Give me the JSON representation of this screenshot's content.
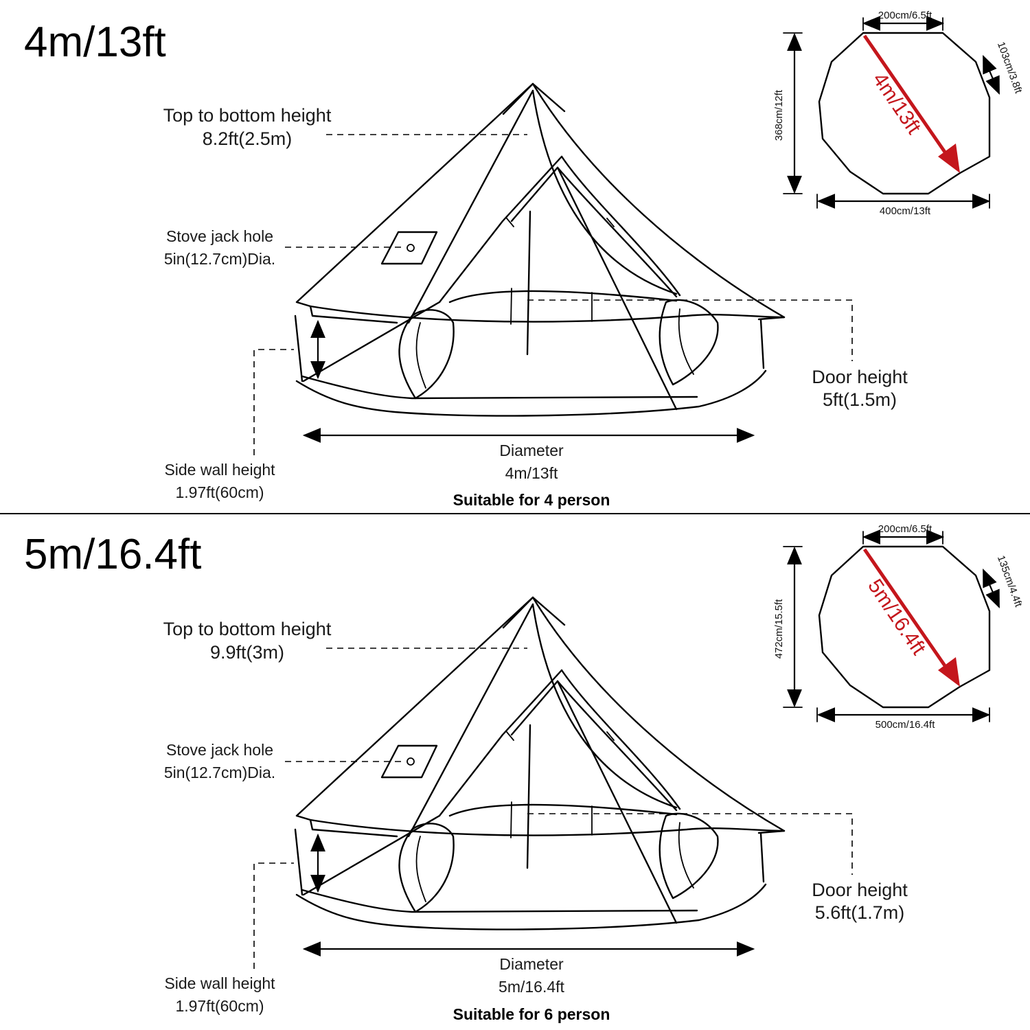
{
  "tents": [
    {
      "title": "4m/13ft",
      "top_label": "Top to bottom height",
      "top_value": "8.2ft(2.5m)",
      "stove_label": "Stove jack hole",
      "stove_value": "5in(12.7cm)Dia.",
      "door_label": "Door height",
      "door_value": "5ft(1.5m)",
      "side_label": "Side wall height",
      "side_value": "1.97ft(60cm)",
      "diameter_label": "Diameter",
      "diameter_value": "4m/13ft",
      "suitable": "Suitable for 4 person",
      "plan": {
        "top_edge": "200cm/6.5ft",
        "side_edge": "103cm/3.8ft",
        "height": "368cm/12ft",
        "width": "400cm/13ft",
        "diagonal": "4m/13ft"
      }
    },
    {
      "title": "5m/16.4ft",
      "top_label": "Top to bottom height",
      "top_value": "9.9ft(3m)",
      "stove_label": "Stove jack hole",
      "stove_value": "5in(12.7cm)Dia.",
      "door_label": "Door height",
      "door_value": "5.6ft(1.7m)",
      "side_label": "Side wall height",
      "side_value": "1.97ft(60cm)",
      "diameter_label": "Diameter",
      "diameter_value": "5m/16.4ft",
      "suitable": "Suitable for 6 person",
      "plan": {
        "top_edge": "200cm/6.5ft",
        "side_edge": "135cm/4.4ft",
        "height": "472cm/15.5ft",
        "width": "500cm/16.4ft",
        "diagonal": "5m/16.4ft"
      }
    }
  ],
  "colors": {
    "accent": "#c4161c",
    "ink": "#000000"
  }
}
